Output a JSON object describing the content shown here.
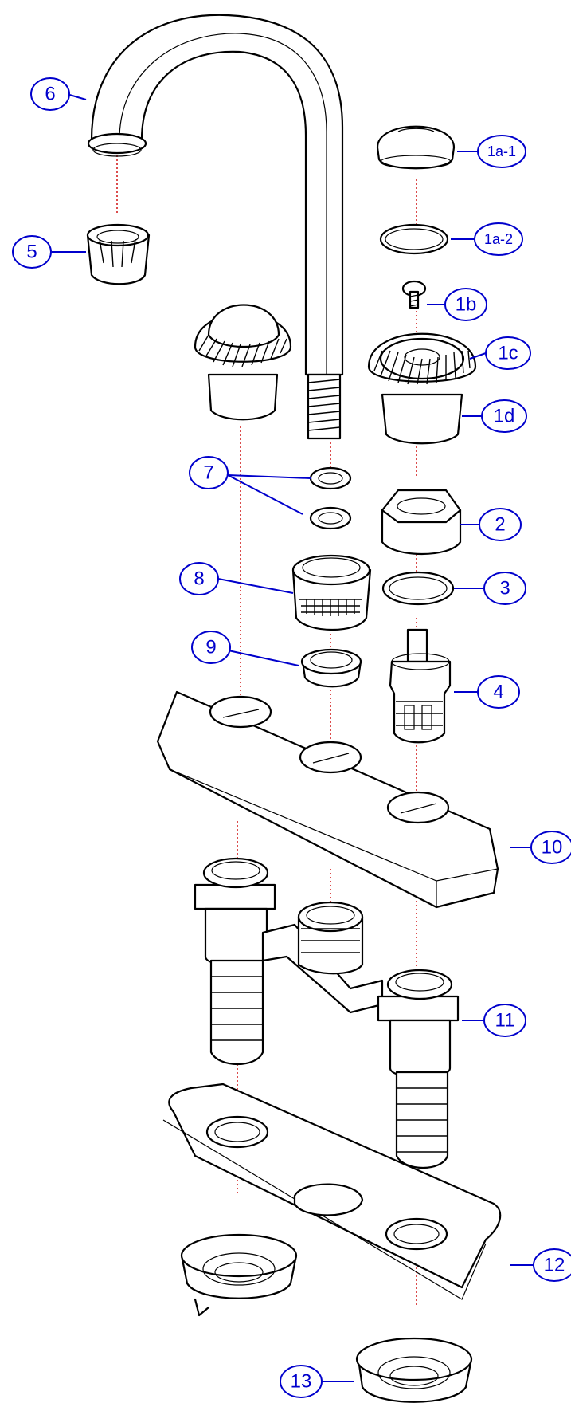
{
  "callouts": [
    {
      "id": "6",
      "label": "6"
    },
    {
      "id": "5",
      "label": "5"
    },
    {
      "id": "1a-1",
      "label": "1a-1"
    },
    {
      "id": "1a-2",
      "label": "1a-2"
    },
    {
      "id": "1b",
      "label": "1b"
    },
    {
      "id": "1c",
      "label": "1c"
    },
    {
      "id": "1d",
      "label": "1d"
    },
    {
      "id": "7",
      "label": "7"
    },
    {
      "id": "2",
      "label": "2"
    },
    {
      "id": "8",
      "label": "8"
    },
    {
      "id": "3",
      "label": "3"
    },
    {
      "id": "9",
      "label": "9"
    },
    {
      "id": "4",
      "label": "4"
    },
    {
      "id": "10",
      "label": "10"
    },
    {
      "id": "11",
      "label": "11"
    },
    {
      "id": "12",
      "label": "12"
    },
    {
      "id": "13",
      "label": "13"
    }
  ],
  "colors": {
    "callout": "#0000cc",
    "centerline": "#cc0000",
    "outline": "#000000"
  }
}
